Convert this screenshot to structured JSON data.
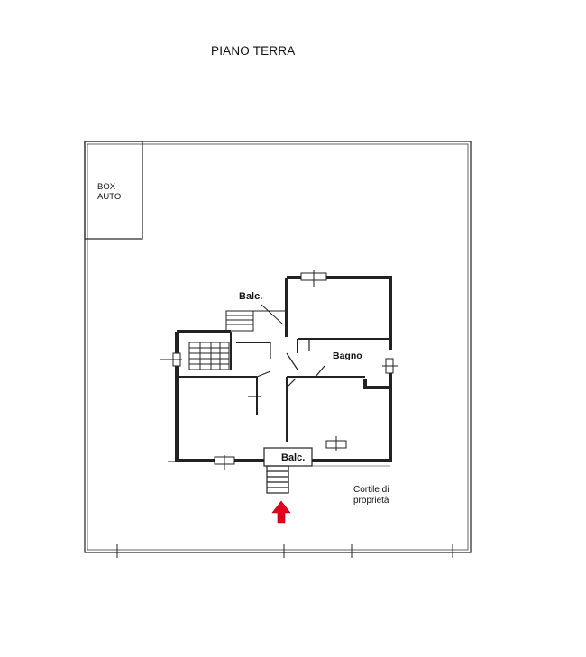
{
  "title": "PIANO TERRA",
  "labels": {
    "box_line1": "BOX",
    "box_line2": "AUTO",
    "balcony_upper": "Balc.",
    "bathroom": "Bagno",
    "balcony_lower": "Balc.",
    "courtyard_line1": "Cortile di",
    "courtyard_line2": "proprietà"
  },
  "colors": {
    "wall": "#222222",
    "entrance_arrow": "#e3001b"
  },
  "icons": {
    "entrance": "entrance-arrow-icon"
  }
}
